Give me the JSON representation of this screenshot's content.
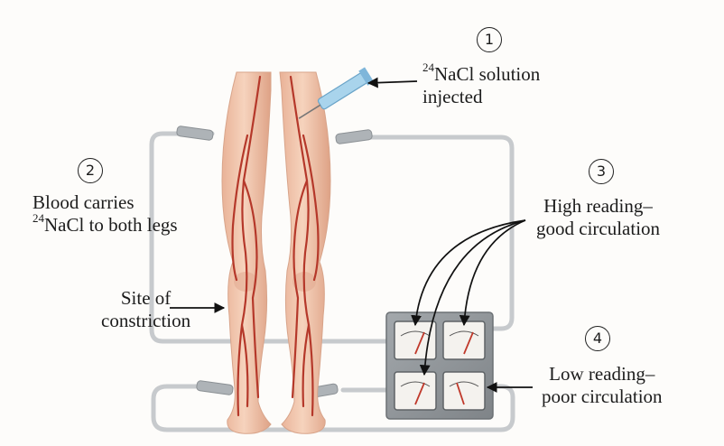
{
  "steps": [
    "1",
    "2",
    "3",
    "4"
  ],
  "labels": {
    "injection_isotope": "24",
    "injection_line1": "NaCl solution",
    "injection_line2": "injected",
    "blood_line1": "Blood carries",
    "blood_isotope": "24",
    "blood_line2": "NaCl to both legs",
    "constriction_line1": "Site of",
    "constriction_line2": "constriction",
    "high_line1": "High reading–",
    "high_line2": "good circulation",
    "low_line1": "Low reading–",
    "low_line2": "poor circulation"
  },
  "colors": {
    "skin": "#f0c6ab",
    "skin_shadow": "#d99e83",
    "artery": "#b5382a",
    "tube": "#c9ccce",
    "meter_box": "#8e9397",
    "meter_face": "#f4f2ee",
    "needle": "#c0392b"
  }
}
